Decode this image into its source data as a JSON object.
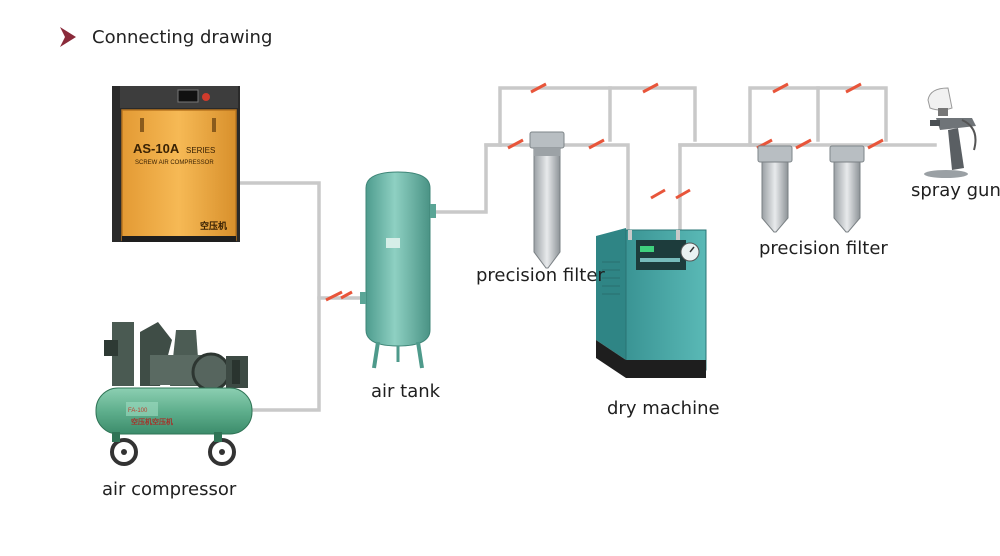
{
  "title": "Connecting drawing",
  "labels": {
    "air_compressor": "air compressor",
    "air_tank": "air tank",
    "precision_filter_1": "precision filter",
    "dry_machine": "dry machine",
    "precision_filter_2": "precision filter",
    "spray_gun": "spray gun"
  },
  "screw_compressor": {
    "model": "AS-10A",
    "series": "SERIES",
    "subtitle": "SCREW AIR COMPRESSOR",
    "cn_label": "空压机"
  },
  "piston_compressor": {
    "model": "FA-100",
    "cn_label": "空压机空压机"
  },
  "colors": {
    "pipe": "#c8c8c8",
    "valve": "#e8553a",
    "tank": "#6fb7a8",
    "screw_body": "#f1a840",
    "dryer_body": "#49a6a6",
    "compressor_green": "#5fae8c"
  }
}
